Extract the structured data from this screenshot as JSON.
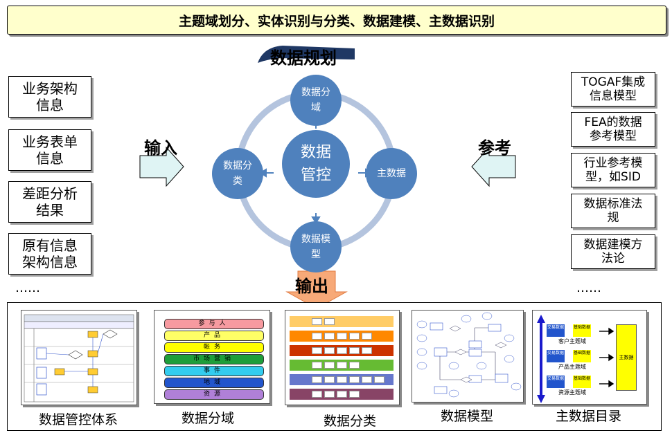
{
  "header": {
    "title": "主题域划分、实体识别与分类、数据建模、主数据识别"
  },
  "center": {
    "planning_label": "数据规划",
    "hub": "数据管控",
    "nodes": {
      "top": "数据分域",
      "left": "数据分类",
      "right": "主数据",
      "bottom": "数据模型"
    }
  },
  "input": {
    "label": "输入",
    "items": [
      "业务架构信息",
      "业务表单信息",
      "差距分析结果",
      "原有信息架构信息"
    ],
    "more": "……"
  },
  "reference": {
    "label": "参考",
    "items": [
      "TOGAF集成信息模型",
      "FEA的数据参考模型",
      "行业参考模型，如SID",
      "数据标准法规",
      "数据建模方法论"
    ],
    "more": "……"
  },
  "output": {
    "label": "输出",
    "captions": [
      "数据管控体系",
      "数据分域",
      "数据分类",
      "数据模型",
      "主数据目录"
    ],
    "domain_layers": [
      "参与人",
      "产品",
      "帐务",
      "市场营销",
      "事件",
      "地域",
      "资源"
    ],
    "master_data": {
      "rows": [
        {
          "trade": "交易数据",
          "base": "基础数据",
          "caption": "客户主题域"
        },
        {
          "trade": "交易数据",
          "base": "基础数据",
          "caption": "产品主题域"
        },
        {
          "trade": "交易数据",
          "base": "基础数据",
          "caption": "资源主题域"
        }
      ],
      "master": "主数据"
    }
  },
  "colors": {
    "node_blue": "#4f81bd",
    "ring": "#b4c4de",
    "banner_bg": "#ffffcc",
    "arrow_fill": "#dff4f4",
    "output_arrow": "#f7a978",
    "domain_layers": [
      "#f79aa0",
      "#ffff66",
      "#ffff00",
      "#1e9e3a",
      "#33ccee",
      "#2255cc",
      "#b080d8"
    ],
    "class_rows": [
      "#ffcc66",
      "#ff8800",
      "#cc3300",
      "#66bb33",
      "#6677cc",
      "#884466"
    ]
  },
  "icons": {
    "input_arrow": "right-arrow-icon",
    "reference_arrow": "left-arrow-icon",
    "output_arrow": "down-arrow-icon"
  }
}
